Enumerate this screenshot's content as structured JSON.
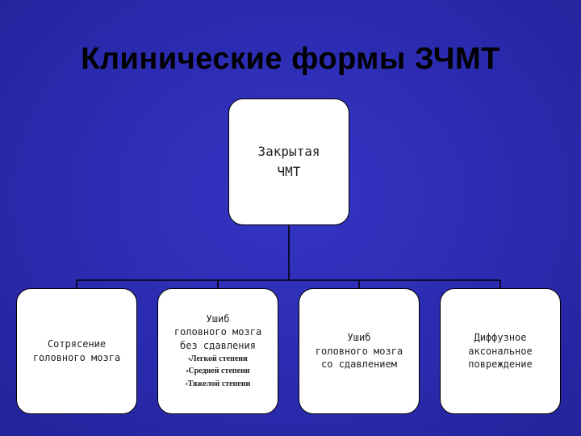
{
  "title": "Клинические формы ЗЧМТ",
  "root": {
    "line1": "Закрытая",
    "line2": "ЧМТ"
  },
  "children": [
    {
      "lines": [
        "Сотрясение",
        "головного мозга"
      ]
    },
    {
      "lines": [
        "Ушиб",
        "головного мозга",
        "без сдавления"
      ],
      "subitems": [
        "Легкой степени",
        "Средней степени",
        "Тяжелой степени"
      ]
    },
    {
      "lines": [
        "Ушиб",
        "головного мозга",
        "со сдавлением"
      ]
    },
    {
      "lines": [
        "Диффузное",
        "аксональное",
        "повреждение"
      ]
    }
  ],
  "colors": {
    "background": "#2b2bb0",
    "box": "#ffffff",
    "line": "#000000"
  }
}
